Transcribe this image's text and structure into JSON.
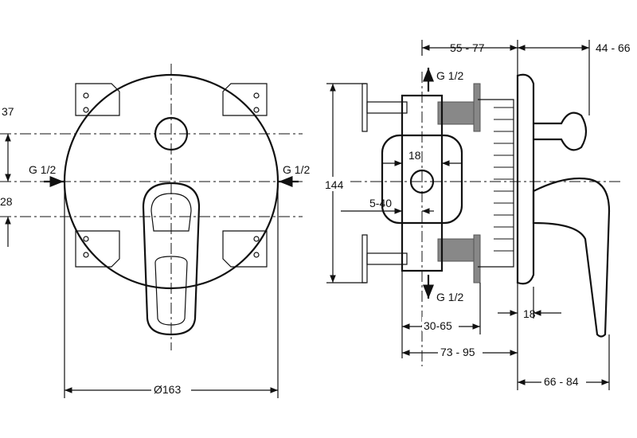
{
  "front_view": {
    "dim_37": "37",
    "dim_28": "28",
    "inlet_left": "G 1/2",
    "inlet_right": "G 1/2",
    "diameter": "Ø163"
  },
  "side_view": {
    "dim_55_77": "55 - 77",
    "dim_44_66": "44 - 66",
    "outlet_top": "G 1/2",
    "dim_144": "144",
    "dim_18_center": "18",
    "dim_5_40": "5-40",
    "outlet_bottom": "G 1/2",
    "dim_30_65": "30-65",
    "dim_73_95": "73 - 95",
    "dim_18_plate": "18",
    "dim_66_84": "66 - 84"
  }
}
